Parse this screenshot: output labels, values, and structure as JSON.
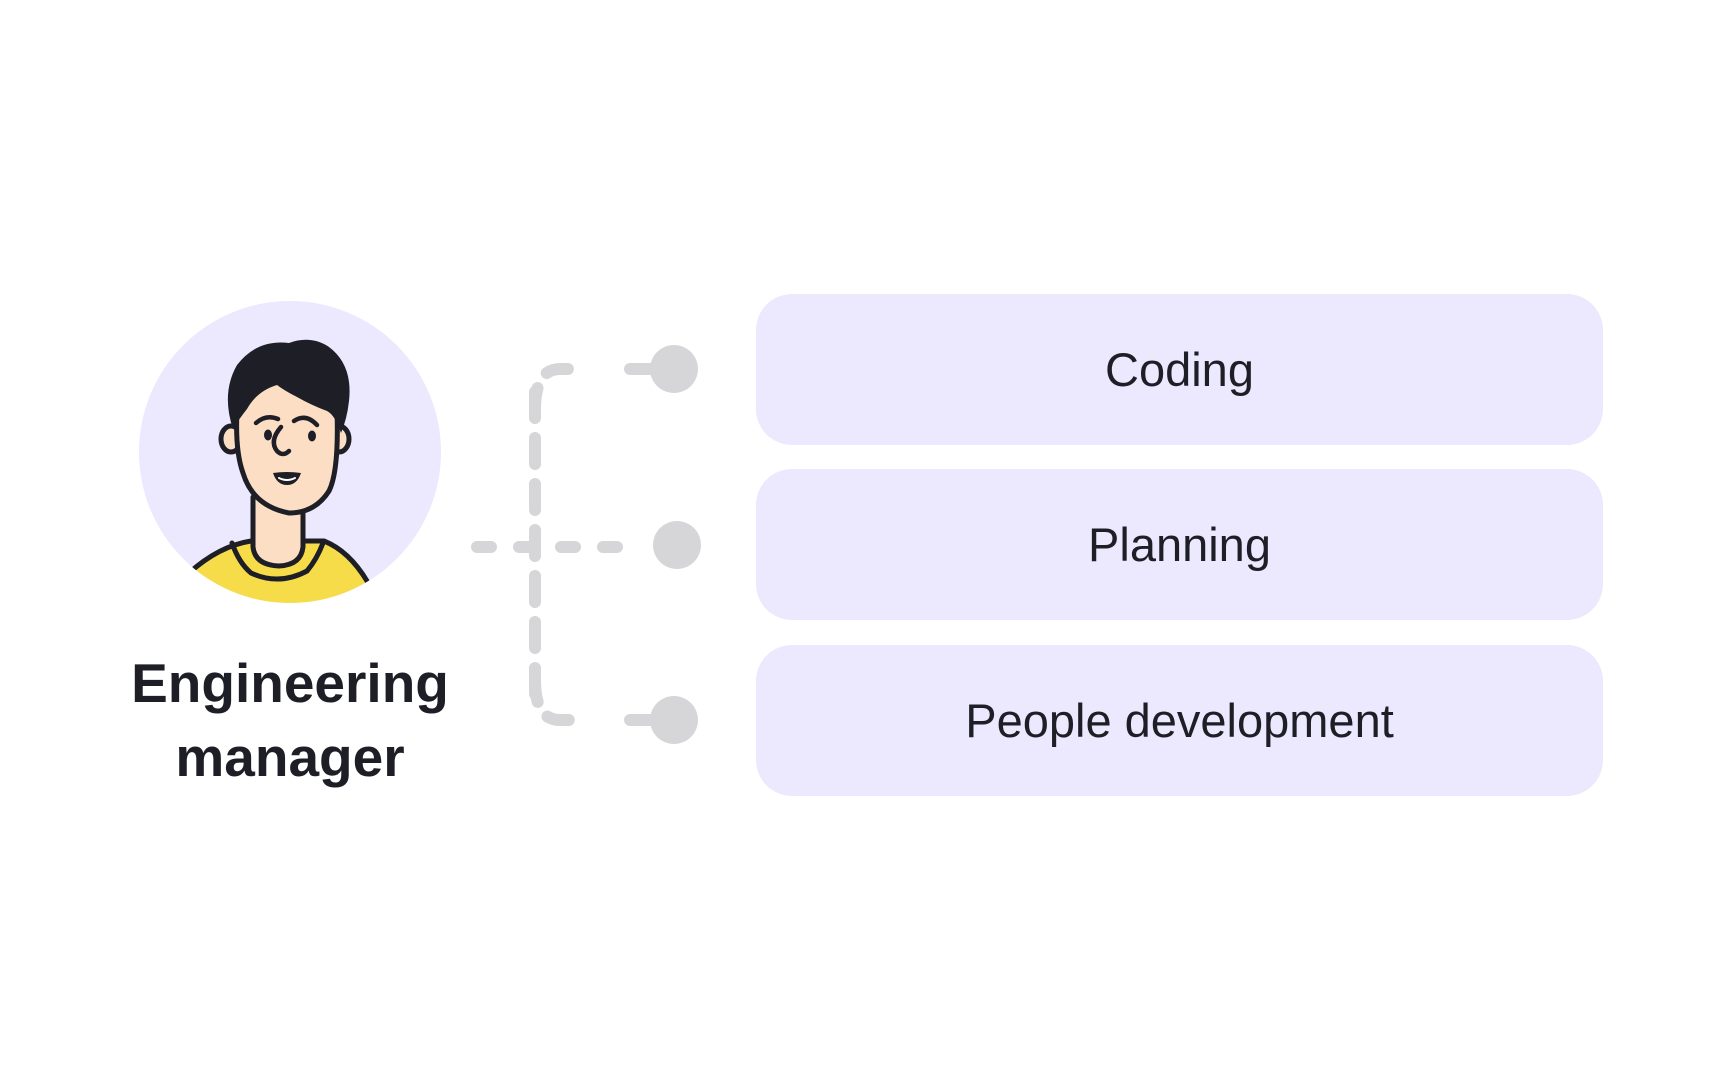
{
  "person": {
    "title_line1": "Engineering",
    "title_line2": "manager"
  },
  "tasks": [
    {
      "label": "Coding"
    },
    {
      "label": "Planning"
    },
    {
      "label": "People development"
    }
  ],
  "colors": {
    "box_fill": "#ece8fd",
    "text": "#1e1f26",
    "connector": "#d6d6d9",
    "shirt": "#f7dc4a",
    "skin": "#fcdec4",
    "hair": "#1e1f26"
  },
  "icons": {
    "avatar": "person-avatar-icon"
  }
}
